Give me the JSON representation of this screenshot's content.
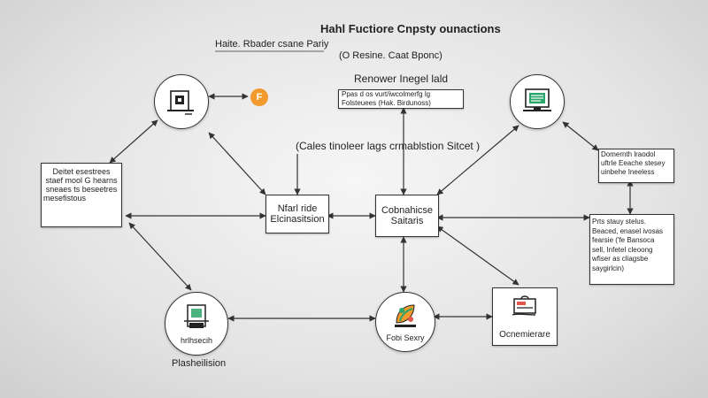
{
  "header": {
    "title": "Hahl Fuctiore Cnpsty ounactions",
    "left_label": "Haite. Rbader csane Pariy",
    "sub_label": "(O Resine. Caat Bponc)",
    "center_label": "Renower Inegel lald"
  },
  "notes": {
    "top_box": [
      "Ppas d os vurt/iwcolmerfg lg",
      "Folsteuees (Hak. Birdunoss)"
    ],
    "middle_caption": "(Cales tinoleer lags crmablstion Sitcet )",
    "left_box": [
      "Deitet esestrees",
      "staef mool G hearns",
      "sneaes ts beseetres",
      "mesefistous"
    ],
    "right_top_box": [
      "Domernth lraodol",
      "uftrle Eeache stesey",
      "uinbehe Ineeless"
    ],
    "right_bottom_box": [
      "Prts stauy stelus.",
      "Beaced, enasel ivosas",
      "fearsie ('fe Bansoca",
      "sell, Infetel cleoong",
      "wfiser as cliagsbe",
      "saygirlcin)"
    ]
  },
  "nodes": {
    "node_center_left": [
      "Nfarl ride",
      "Elcinasitsion"
    ],
    "node_center_right": [
      "Cobnahicse",
      "Saitaris"
    ],
    "bottom_left_inner": "hrlhsecih",
    "bottom_left_caption": "Plasheilision",
    "bottom_center_inner": "Fobi Sexry",
    "bottom_right_caption": "Ocnemierare"
  },
  "badge": {
    "letter": "F"
  },
  "icons": {
    "top_left": "pad-document-icon",
    "top_right": "monitor-icon",
    "bottom_left": "file-stack-icon",
    "bottom_center": "colorful-leaf-icon",
    "bottom_right": "hand-document-icon"
  },
  "colors": {
    "badge": "#f29a2e",
    "accent_green": "#2aa66a",
    "line": "#333333"
  }
}
